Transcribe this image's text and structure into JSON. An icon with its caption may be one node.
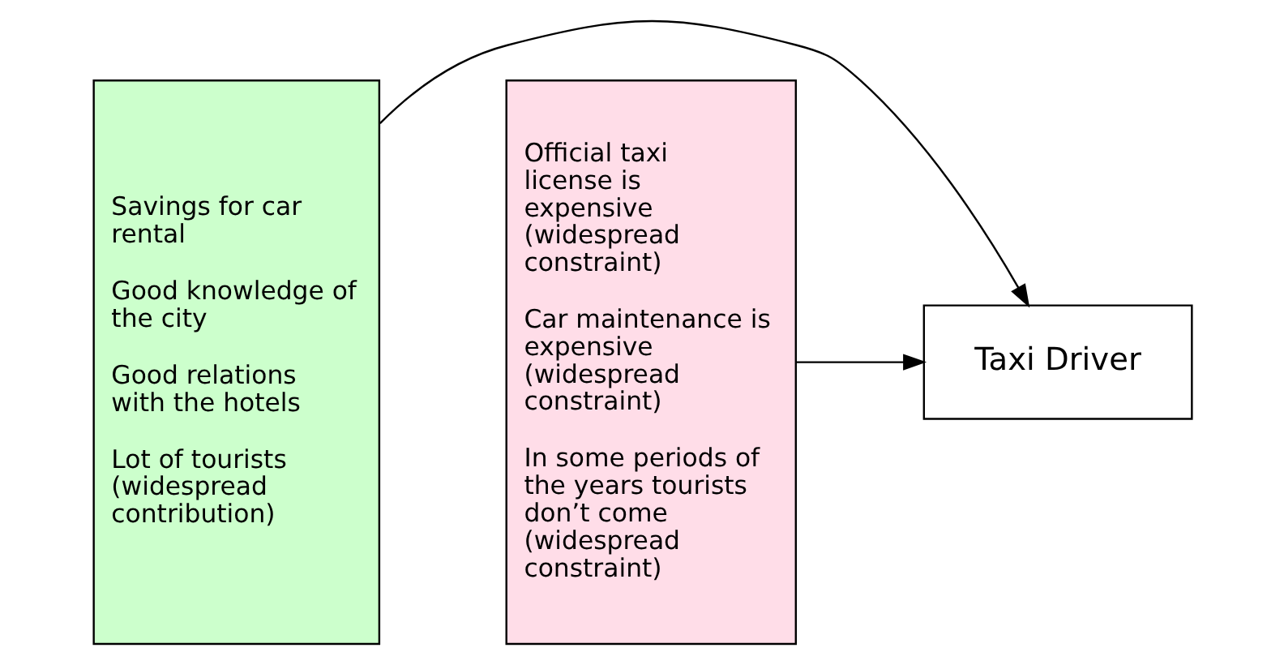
{
  "diagram": {
    "nodes": [
      {
        "text": [
          "Savings for car rental",
          "Good knowledge of the city",
          "Good relations with the hotels",
          "Lot of tourists (widespread contribution)"
        ]
      },
      {
        "text": [
          "Taxi Driver"
        ]
      },
      {
        "text": [
          "Official taxi license is expensive (widespread constraint)",
          "Car maintenance is expensive (widespread constraint)",
          "In some periods of the years tourists don’t come (widespread constraint)"
        ]
      }
    ],
    "edges": [
      {
        "from": 0,
        "to": 1,
        "arrow": "to"
      },
      {
        "from": 2,
        "to": 1,
        "arrow": "to"
      }
    ]
  }
}
